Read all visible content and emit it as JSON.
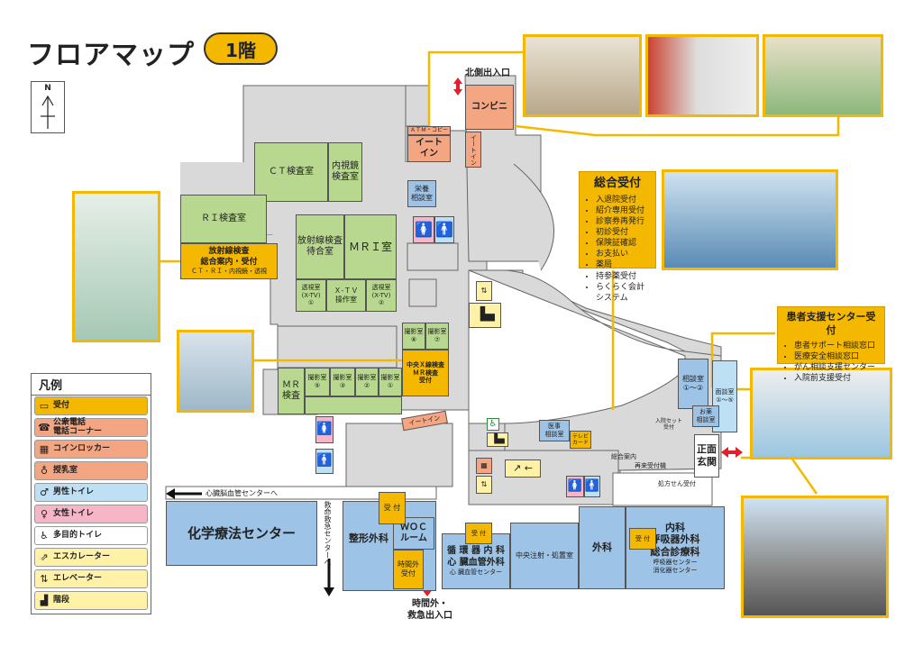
{
  "title": "フロアマップ",
  "floor": "1階",
  "compass": "N",
  "legend": {
    "title": "凡例",
    "items": [
      {
        "label": "受付",
        "icon": "reception-desk-icon"
      },
      {
        "label": "公衆電話\n電話コーナー",
        "icon": "phone-icon"
      },
      {
        "label": "コインロッカー",
        "icon": "locker-icon"
      },
      {
        "label": "授乳室",
        "icon": "baby-bottle-icon"
      },
      {
        "label": "男性トイレ",
        "icon": "male-toilet-icon"
      },
      {
        "label": "女性トイレ",
        "icon": "female-toilet-icon"
      },
      {
        "label": "多目的トイレ",
        "icon": "wheelchair-icon"
      },
      {
        "label": "エスカレーター",
        "icon": "escalator-icon"
      },
      {
        "label": "エレベーター",
        "icon": "elevator-icon"
      },
      {
        "label": "階段",
        "icon": "stairs-icon"
      }
    ]
  },
  "rooms": {
    "ct": "ＣＴ検査室",
    "endoscopy": "内視鏡\n検査室",
    "ri": "ＲＩ検査室",
    "rad_reception": "放射線検査\n総合案内・受付",
    "rad_reception_sub": "ＣＴ・ＲＩ・内視鏡・透視",
    "rad_wait": "放射線検査\n待合室",
    "mri": "ＭＲＩ室",
    "fluoro1": "透視室\n(X-TV)\n①",
    "xtv_op": "Ｘ-ＴＶ\n操作室",
    "fluoro2": "透視室\n(X-TV)\n②",
    "xray8": "撮影室\n⑧",
    "xray7": "撮影室\n⑦",
    "central_xray": "中央Ｘ線検査\nＭＲ検査\n受付",
    "mr": "ＭＲ\n検査",
    "xray5": "撮影室\n⑤",
    "xray3": "撮影室\n③",
    "xray2": "撮影室\n②",
    "xray1": "撮影室\n①",
    "atm": "ＡＴＭ・コピー",
    "eat_in": "イート\nイン",
    "konbini": "コンビニ",
    "eat_in_v": "イートイン",
    "nutrition": "栄養\n相談室",
    "eat_in2": "イートイン",
    "consult": "相談室\n①～②",
    "consult_v": "面談室\n①～⑤",
    "medical_affairs": "医事\n相談室",
    "tv_card": "テレビ\nカード",
    "admission": "入院セット\n受付",
    "meeting": "お薬\n相談室",
    "main_entrance": "正面\n玄関",
    "general_info": "総合案内",
    "revisit": "再来受付機",
    "prescription": "処方せん受付",
    "chemo": "化学療法センター",
    "ortho": "整形外科",
    "woc": "ＷＯＣ\nルーム",
    "after_hours": "時間外\n受付",
    "reception": "受 付",
    "cardio": "循 環 器 内 科\n心 臓血管外科",
    "heart_center": "心 臓血管センター",
    "central_inj": "中央注射・処置室",
    "surgery": "外科",
    "internal": "内科\n呼吸器外科\n総合診療科",
    "resp_center": "呼吸器センター\n消化器センター"
  },
  "labels": {
    "north_exit": "北側出入口",
    "after_hours_exit": "時間外・\n救急出入口",
    "stroke_center": "心臓脳血管センターへ",
    "emergency": "救命救急センターへ"
  },
  "callouts": {
    "general_reception": {
      "title": "総合受付",
      "items": [
        "入退院受付",
        "紹介専用受付",
        "診察券再発行",
        "初診受付",
        "保険証確認",
        "お支払い",
        "薬局",
        "持参薬受付",
        "らくらく会計システム"
      ]
    },
    "support_center": {
      "title": "患者支援センター受付",
      "items": [
        "患者サポート相談窓口",
        "医療安全相談窓口",
        "がん相談支援センター",
        "入院前支援受付"
      ]
    }
  }
}
